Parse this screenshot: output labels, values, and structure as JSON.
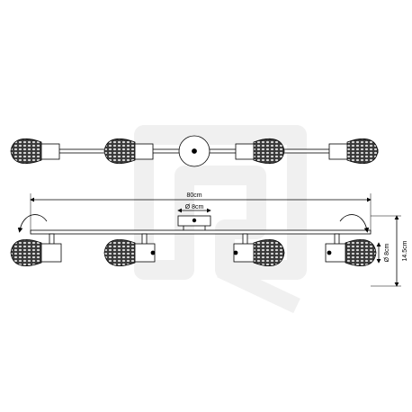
{
  "dimensions": {
    "length": "80cm",
    "mount_diameter": "Ø 8cm",
    "height": "14.5cm",
    "shade_diameter": "Ø 8cm"
  },
  "colors": {
    "line": "#000000",
    "shade_fill": "#3a3a3a",
    "shade_mesh": "#d8d8d8",
    "watermark": "#f0f0f0"
  },
  "icons": {
    "rotation_left": "rotate-arrow-icon",
    "rotation_right": "rotate-arrow-icon",
    "watermark": "logo-watermark"
  }
}
